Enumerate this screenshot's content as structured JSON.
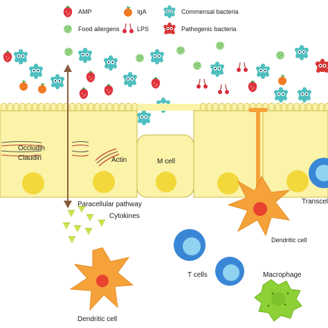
{
  "legend": {
    "amp": "AMP",
    "iga": "IgA",
    "commensal": "Commensal bacteria",
    "food_allergens": "Food allergens",
    "lps": "LPS",
    "pathogenic": "Pathogenic bacteria"
  },
  "labels": {
    "occludin": "Occludin",
    "claudin": "Claudin",
    "actin": "Actin",
    "m_cell": "M cell",
    "paracellular_pathway": "Paracellular pathway",
    "cytokines": "Cytokines",
    "dendritic_cell_left": "Dendritic cell",
    "dendritic_cell_right": "Dendritic cell",
    "t_cells": "T cells",
    "macrophage": "Macrophage",
    "transcellular": "Transcell"
  },
  "colors": {
    "epithelium": "#fbf3a8",
    "epithelium_border": "#c9b94a",
    "nucleus": "#f2d83a",
    "commensal": "#4fbfbf",
    "pathogenic": "#d93535",
    "amp": "#e03340",
    "iga": "#f07a22",
    "food_allergen": "#9bd68a",
    "cytokine": "#c9e64a",
    "dendritic": "#f5a23a",
    "dendritic_nucleus": "#e8432e",
    "t_cell": "#3a86d6",
    "t_cell_inner": "#8fd3f0",
    "macrophage": "#8dd136",
    "arrow": "#8a5a3c"
  }
}
